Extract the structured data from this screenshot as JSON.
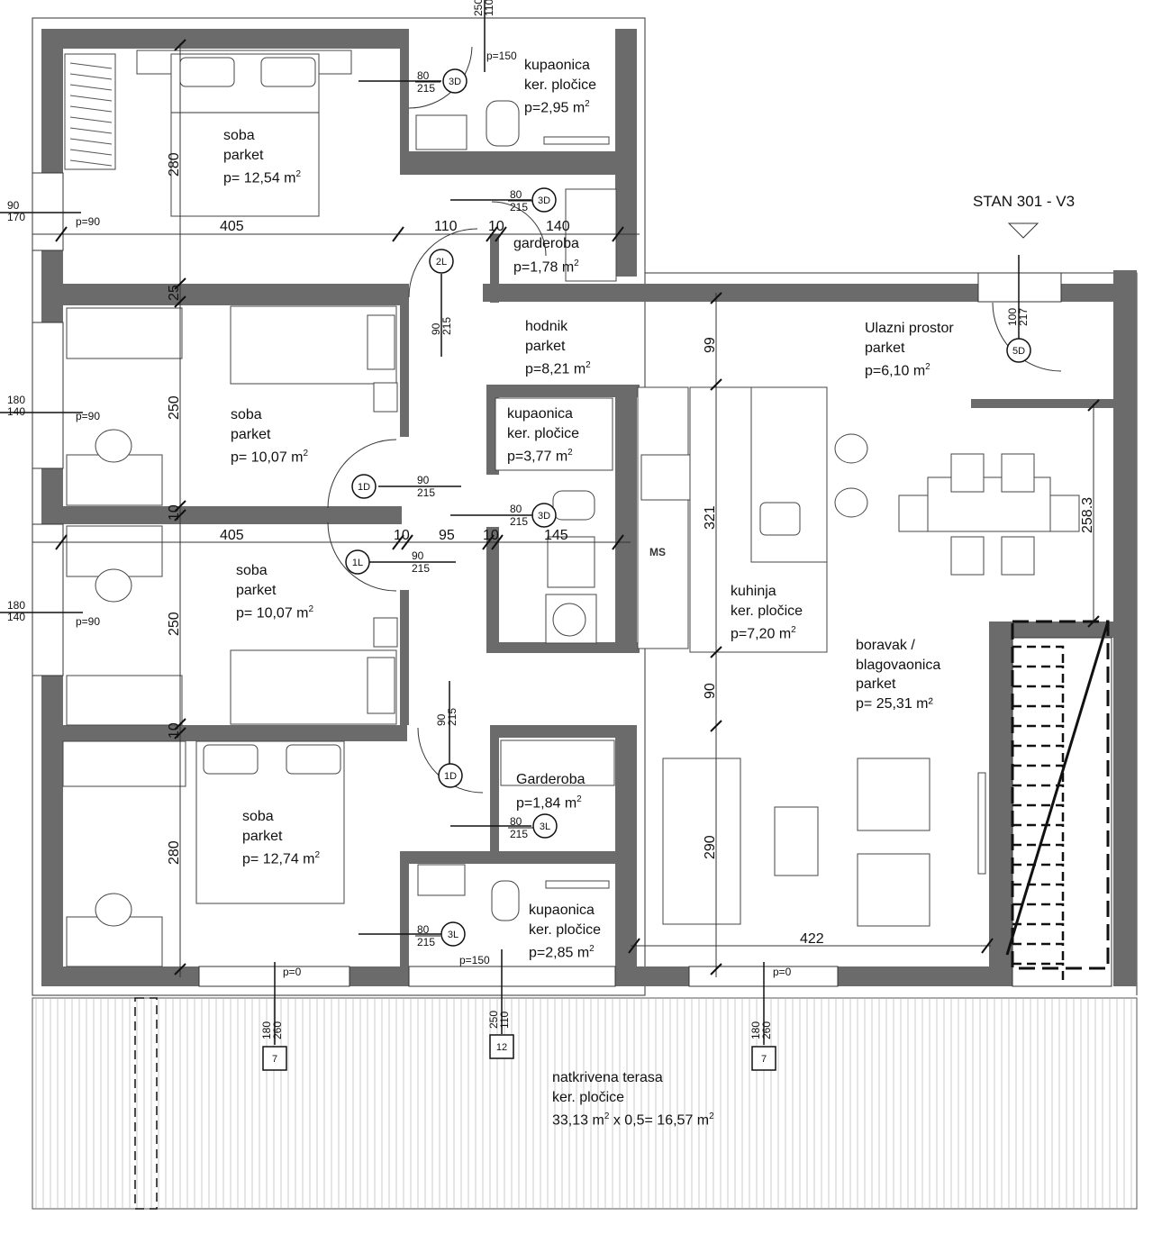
{
  "title": "STAN 301 - V3",
  "rooms": [
    {
      "id": "soba1",
      "lines": [
        "soba",
        "parket"
      ],
      "area": "p= 12,54 m",
      "sup": "2"
    },
    {
      "id": "kup1",
      "lines": [
        "kupaonica",
        "ker. pločice"
      ],
      "area": "p=2,95 m",
      "sup": "2"
    },
    {
      "id": "gard1",
      "lines": [
        "garderoba"
      ],
      "area": "p=1,78 m",
      "sup": "2"
    },
    {
      "id": "soba2",
      "lines": [
        "soba",
        "parket"
      ],
      "area": "p= 10,07 m",
      "sup": "2"
    },
    {
      "id": "hodnik",
      "lines": [
        "hodnik",
        "parket"
      ],
      "area": "p=8,21 m",
      "sup": "2"
    },
    {
      "id": "kup2",
      "lines": [
        "kupaonica",
        "ker. pločice"
      ],
      "area": "p=3,77 m",
      "sup": "2"
    },
    {
      "id": "ulaz",
      "lines": [
        "Ulazni prostor",
        "parket"
      ],
      "area": "p=6,10 m",
      "sup": "2"
    },
    {
      "id": "soba3",
      "lines": [
        "soba",
        "parket"
      ],
      "area": "p= 10,07 m",
      "sup": "2"
    },
    {
      "id": "kuhinja",
      "lines": [
        "kuhinja",
        "ker. pločice"
      ],
      "area": "p=7,20 m",
      "sup": "2"
    },
    {
      "id": "boravak",
      "lines": [
        "boravak /",
        "blagovaonica",
        "parket"
      ],
      "area": "p= 25,31 m²",
      "sup": ""
    },
    {
      "id": "gard2",
      "lines": [
        "Garderoba"
      ],
      "area": "p=1,84 m",
      "sup": "2"
    },
    {
      "id": "soba4",
      "lines": [
        "soba",
        "parket"
      ],
      "area": "p= 12,74 m",
      "sup": "2"
    },
    {
      "id": "kup3",
      "lines": [
        "kupaonica",
        "ker. pločice"
      ],
      "area": "p=2,85 m",
      "sup": "2"
    },
    {
      "id": "terasa",
      "lines": [
        "natkrivena terasa",
        "ker. pločice"
      ],
      "area": "33,13 m",
      "sup": "2",
      "area2": " x 0,5= 16,57 m",
      "sup2": "2"
    }
  ],
  "dimensions": [
    "405",
    "110",
    "10",
    "140",
    "280",
    "25",
    "99",
    "250",
    "10",
    "405",
    "10",
    "95",
    "10",
    "145",
    "321",
    "250",
    "90",
    "10",
    "280",
    "290",
    "422",
    "258.3"
  ],
  "doors": [
    "3D",
    "3D",
    "2L",
    "5D",
    "1D",
    "3D",
    "1L",
    "1D",
    "3L",
    "3L",
    "7",
    "12",
    "7"
  ],
  "door_sizes": [
    {
      "w": "80",
      "h": "215"
    },
    {
      "w": "80",
      "h": "215"
    },
    {
      "w": "90",
      "h": "215"
    },
    {
      "w": "100",
      "h": "217"
    },
    {
      "w": "90",
      "h": "215"
    },
    {
      "w": "80",
      "h": "215"
    },
    {
      "w": "90",
      "h": "215"
    },
    {
      "w": "90",
      "h": "215"
    },
    {
      "w": "80",
      "h": "215"
    },
    {
      "w": "80",
      "h": "215"
    },
    {
      "w": "180",
      "h": "260"
    },
    {
      "w": "250",
      "h": "110"
    },
    {
      "w": "180",
      "h": "260"
    },
    {
      "w": "250",
      "h": "110"
    }
  ],
  "window_sizes": [
    {
      "w": "90",
      "h": "170"
    },
    {
      "w": "180",
      "h": "140"
    },
    {
      "w": "180",
      "h": "140"
    }
  ],
  "sill_labels": [
    "p=150",
    "p=90",
    "p=90",
    "p=90",
    "p=0",
    "p=150",
    "p=0"
  ],
  "kitchen_appliance": "MS"
}
